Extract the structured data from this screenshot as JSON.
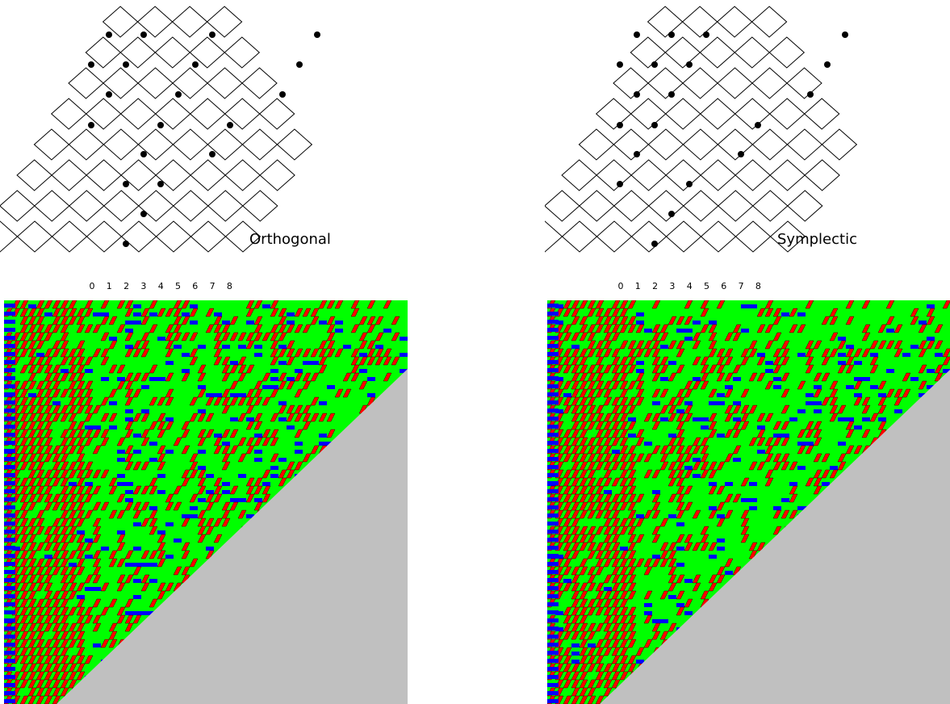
{
  "panels": [
    {
      "label": "Orthogonal",
      "axis_ticks": [
        "0",
        "1",
        "2",
        "3",
        "4",
        "5",
        "6",
        "7",
        "8"
      ],
      "colors": {
        "face_top": "#00ff00",
        "face_left": "#0000ff",
        "face_right": "#ff0000",
        "background": "#c0c0c0",
        "edge": "#000000"
      }
    },
    {
      "label": "Symplectic",
      "axis_ticks": [
        "0",
        "1",
        "2",
        "3",
        "4",
        "5",
        "6",
        "7",
        "8"
      ],
      "colors": {
        "face_top": "#00ff00",
        "face_left": "#0000ff",
        "face_right": "#ff0000",
        "background": "#c0c0c0",
        "edge": "#000000"
      }
    }
  ]
}
